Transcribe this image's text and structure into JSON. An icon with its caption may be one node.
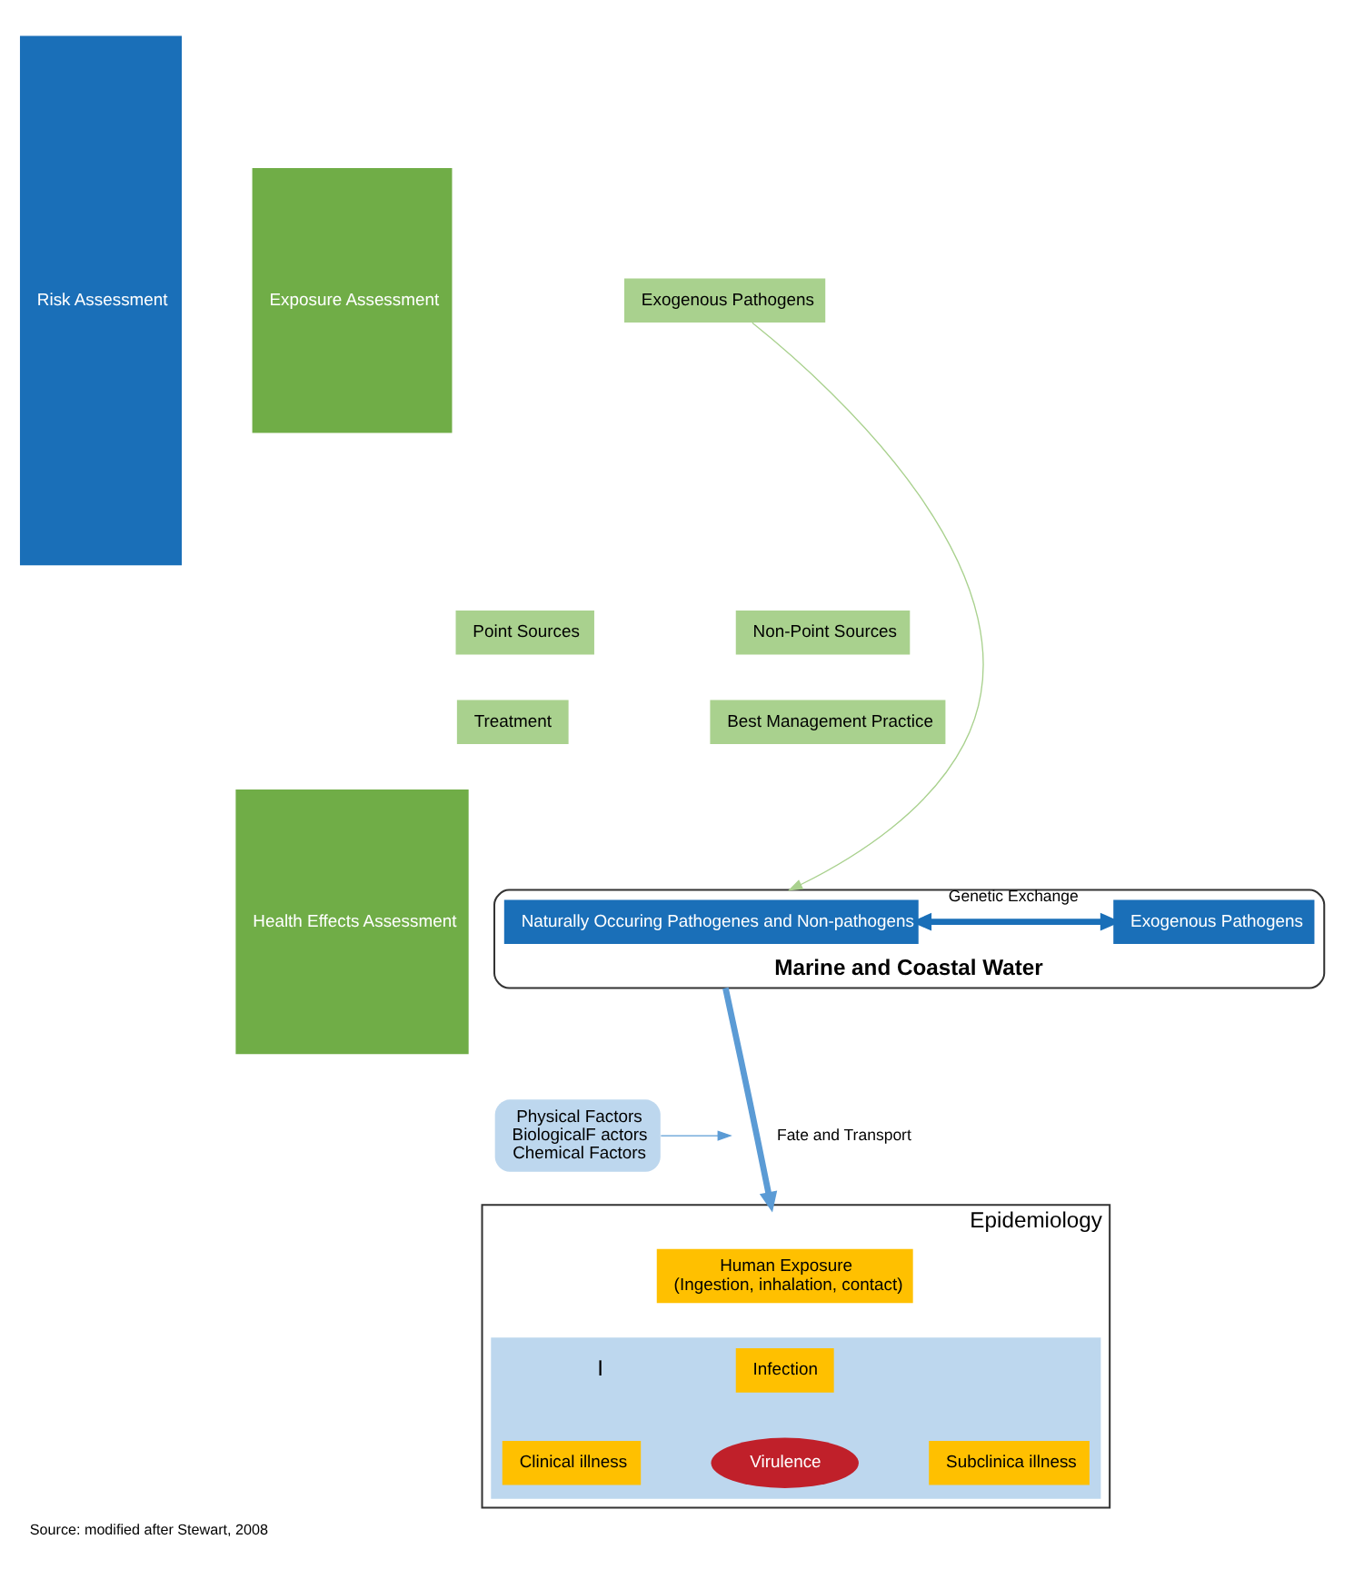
{
  "diagram": {
    "caption": "Source: modified after Stewart, 2008",
    "nodes": [
      {
        "text": [
          "Risk Assessment"
        ]
      },
      {
        "text": [
          "Exposure Assessment"
        ]
      },
      {
        "text": [
          "Health Effects Assessment"
        ]
      },
      {
        "text": [
          "Exogenous Pathogens"
        ]
      },
      {
        "text": [
          "Point Sources"
        ]
      },
      {
        "text": [
          "Non-Point Sources"
        ]
      },
      {
        "text": [
          "Treatment"
        ]
      },
      {
        "text": [
          "Best Management Practice"
        ]
      },
      {
        "text": [
          "Marine and Coastal Water"
        ]
      },
      {
        "text": [
          "Naturally Occuring Pathogenes and Non-pathogens"
        ],
        "in": 8
      },
      {
        "text": [
          "Exogenous Pathogens"
        ],
        "in": 8
      },
      {
        "text": [
          "Physical Factors",
          "BiologicalF actors",
          "Chemical Factors"
        ]
      },
      {
        "text": [
          "Epidemiology"
        ]
      },
      {
        "text": [
          "Human Exposure",
          "(Ingestion, inhalation, contact)"
        ],
        "in": 12
      },
      {
        "text": [],
        "shape": "box",
        "in": 12
      },
      {
        "text": [
          "Infection"
        ],
        "in": 14
      },
      {
        "text": [
          "Clinical illness"
        ],
        "in": 14
      },
      {
        "text": [
          "Virulence"
        ],
        "in": 14
      },
      {
        "text": [
          "Subclinica illness"
        ],
        "in": 14
      }
    ],
    "edges": [
      {
        "from": 3,
        "to": 8,
        "arrow": "to",
        "color": "#a9d18e"
      },
      {
        "from": 9,
        "to": 10,
        "arrow": "both",
        "label": "Genetic Exchange",
        "style": "thick",
        "color": "#1a6fb8"
      },
      {
        "from": 8,
        "to": 12,
        "arrow": "to",
        "label": "Fate and Transport",
        "style": "thick",
        "color": "#5b9bd5"
      },
      {
        "from": 11,
        "to": null,
        "arrow": "to",
        "color": "#5b9bd5"
      }
    ],
    "labels": [
      "I"
    ]
  }
}
